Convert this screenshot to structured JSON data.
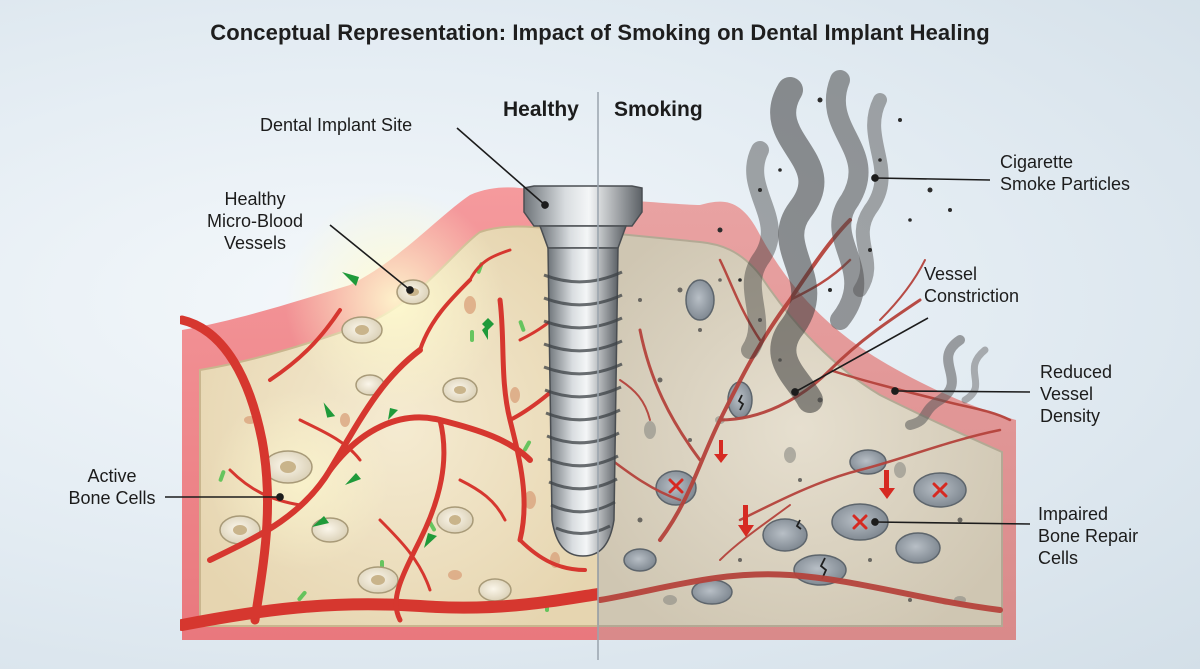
{
  "title": "Conceptual Representation: Impact of Smoking on Dental Implant Healing",
  "sides": {
    "healthy": "Healthy",
    "smoking": "Smoking"
  },
  "labels": {
    "implant_site": "Dental Implant Site",
    "micro_vessels": [
      "Healthy",
      "Micro-Blood",
      "Vessels"
    ],
    "active_bone": [
      "Active",
      "Bone Cells"
    ],
    "smoke_particles": [
      "Cigarette",
      "Smoke Particles"
    ],
    "vessel_constriction": [
      "Vessel",
      "Constriction"
    ],
    "reduced_density": [
      "Reduced",
      "Vessel",
      "Density"
    ],
    "impaired_cells": [
      "Impaired",
      "Bone Repair",
      "Cells"
    ]
  },
  "colors": {
    "vessel_healthy": "#d6372f",
    "vessel_smoking": "#b5433c",
    "gum": "#f08a8e",
    "bone_healthy": "#efe3c7",
    "bone_smoking": "#ddd5c4",
    "arrow_healthy": "#1f9a3a",
    "arrow_smoking": "#d62a22",
    "smoke": "#4a4a4a"
  },
  "icons": [
    "implant-screw-icon",
    "bone-cell-icon",
    "green-arrow-icon",
    "red-arrow-icon",
    "x-mark-icon",
    "smoke-plume-icon"
  ]
}
